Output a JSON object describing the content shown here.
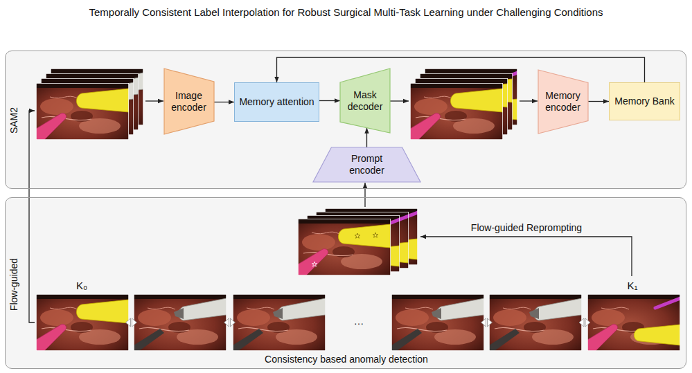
{
  "diagram": {
    "title": "Temporally Consistent Label Interpolation for Robust Surgical Multi-Task Learning under Challenging Conditions",
    "nodes": [
      {
        "text": [
          "SAM2"
        ]
      },
      {
        "text": [
          "Image encoder"
        ],
        "in": 0
      },
      {
        "text": [
          "Memory attention"
        ],
        "in": 0
      },
      {
        "text": [
          "Mask decoder"
        ],
        "in": 0
      },
      {
        "text": [
          "Memory encoder"
        ],
        "in": 0
      },
      {
        "text": [
          "Memory Bank"
        ],
        "in": 0
      },
      {
        "text": [
          "Prompt encoder"
        ],
        "in": 0
      },
      {
        "text": [
          "Flow-guided"
        ]
      }
    ],
    "edges": [
      {
        "from": 1,
        "to": 2,
        "arrow": "to"
      },
      {
        "from": 2,
        "to": 3,
        "arrow": "to"
      },
      {
        "from": 4,
        "to": 5,
        "arrow": "to"
      },
      {
        "from": 5,
        "to": 2,
        "arrow": "to"
      },
      {
        "from": 6,
        "to": 3,
        "arrow": "to"
      }
    ],
    "labels": [
      "Flow-guided Reprompting",
      "K₀",
      "…",
      "K₁",
      "Consistency based anomaly detection"
    ]
  }
}
